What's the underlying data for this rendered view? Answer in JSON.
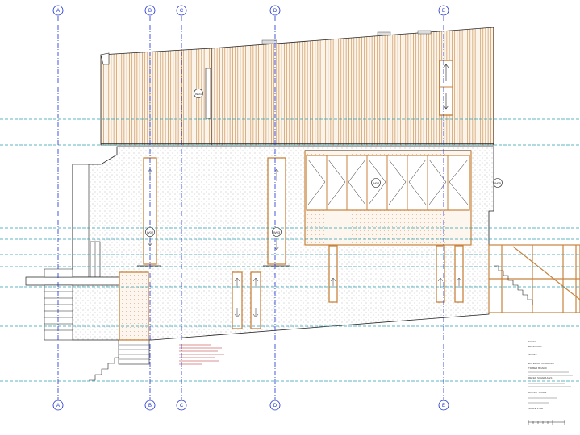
{
  "drawing": {
    "type": "building-elevation",
    "grid_labels": [
      "A",
      "B",
      "C",
      "D",
      "E"
    ],
    "window_tags": [
      "W01",
      "W02",
      "W03",
      "W04",
      "W05"
    ],
    "title_block_lines": [
      "SHEET",
      "ELEVATION",
      "NOTES",
      "EXTERIOR CLADDING",
      "TIMBER BOARD",
      "REFER SCHEDULES",
      "DO NOT SCALE",
      "SCALE 1:100"
    ],
    "colors": {
      "grid_line": "#1a2fd0",
      "level_line": "#2b9fb0",
      "outline": "#222222",
      "timber": "#c8823d",
      "hatch": "#b7b7b7",
      "note_red": "#b22222"
    }
  }
}
